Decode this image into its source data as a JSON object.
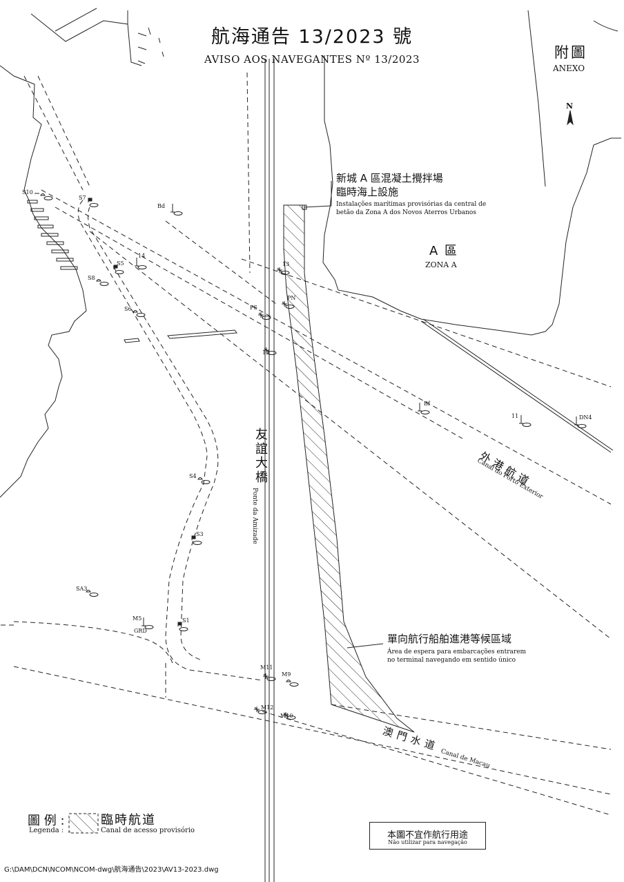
{
  "title": {
    "zh": "航海通告 13/2023 號",
    "pt": "AVISO AOS NAVEGANTES Nº 13/2023"
  },
  "annex": {
    "zh": "附圖",
    "pt": "ANEXO"
  },
  "north_arrow": "N",
  "callout": {
    "zh_line1": "新城 A 區混凝土攪拌場",
    "zh_line2": "臨時海上設施",
    "pt_line1": "Instalações marítimas provisórias da central de",
    "pt_line2": "betão da Zona A dos Novos Aterros Urbanos"
  },
  "zone_a": {
    "zh": "A 區",
    "pt": "ZONA A"
  },
  "bridge": {
    "zh": "友誼大橋",
    "pt": "Ponte da Amizade"
  },
  "outer_channel": {
    "zh": "外港航道",
    "pt": "Canal do Porto Exterior"
  },
  "waiting_area": {
    "zh": "單向航行船舶進港等候區域",
    "pt_line1": "Área de espera para embarcações entrarem",
    "pt_line2": "no terminal navegando em sentido único"
  },
  "macau_channel": {
    "zh": "澳門水道",
    "pt": "Canal de Macau"
  },
  "legend": {
    "label_zh": "圖 例 :",
    "label_pt": "Legenda :",
    "desc_zh": "臨時航道",
    "desc_pt": "Canal de acesso provisório"
  },
  "disclaimer": {
    "zh": "本圖不宜作航行用途",
    "pt": "Não utilizar para navegação"
  },
  "file_path": "G:\\DAM\\DCN\\NCOM\\NCOM-dwg\\航海通告\\2023\\AV13-2023.dwg",
  "markers": [
    {
      "id": "S10",
      "label": "S10"
    },
    {
      "id": "S7",
      "label": "S7"
    },
    {
      "id": "Bd",
      "label": "Bd"
    },
    {
      "id": "14",
      "label": "14"
    },
    {
      "id": "S5",
      "label": "S5"
    },
    {
      "id": "S8",
      "label": "S8"
    },
    {
      "id": "13",
      "label": "13"
    },
    {
      "id": "PN",
      "label": "PN"
    },
    {
      "id": "S6",
      "label": "S6"
    },
    {
      "id": "PS",
      "label": "PS"
    },
    {
      "id": "12",
      "label": "12"
    },
    {
      "id": "Bf",
      "label": "Bf"
    },
    {
      "id": "11",
      "label": "11"
    },
    {
      "id": "DN4",
      "label": "DN4"
    },
    {
      "id": "S4",
      "label": "S4"
    },
    {
      "id": "S3",
      "label": "S3"
    },
    {
      "id": "SA3",
      "label": "SA3"
    },
    {
      "id": "M5",
      "label": "M5"
    },
    {
      "id": "GRD",
      "label": "GRD"
    },
    {
      "id": "S1",
      "label": "S1"
    },
    {
      "id": "M11",
      "label": "M11"
    },
    {
      "id": "M9",
      "label": "M9"
    },
    {
      "id": "M12",
      "label": "M12"
    },
    {
      "id": "M10",
      "label": "M10"
    }
  ]
}
